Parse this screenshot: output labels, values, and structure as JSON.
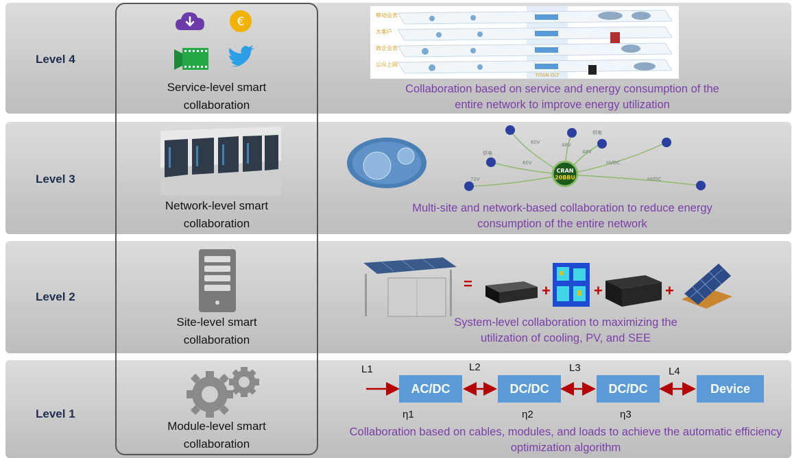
{
  "levels": [
    {
      "label": "Level 4",
      "caption": "Service-level smart collaboration",
      "description": "Collaboration based on service and energy consumption of the entire network to improve energy utilization"
    },
    {
      "label": "Level 3",
      "caption": "Network-level smart collaboration",
      "description": "Multi-site and network-based collaboration to reduce energy consumption of the entire network"
    },
    {
      "label": "Level 2",
      "caption": "Site-level smart collaboration",
      "description": "System-level collaboration to maximizing the utilization of cooling, PV, and SEE"
    },
    {
      "label": "Level 1",
      "caption": "Module-level smart collaboration",
      "description": "Collaboration based on cables, modules, and loads to achieve the automatic efficiency optimization algorithm"
    }
  ],
  "level3_diagram": {
    "hub_line1": "CRAN",
    "hub_line2": "20BBU",
    "labels": [
      "60V",
      "48V",
      "48V",
      "60V",
      "72V",
      "HVDC",
      "HVDC",
      "供电",
      "供电"
    ]
  },
  "level2_equation": {
    "equals": "=",
    "plus": "+"
  },
  "level1_chain": {
    "boxes": [
      "AC/DC",
      "DC/DC",
      "DC/DC",
      "Device"
    ],
    "links": [
      "L1",
      "L2",
      "L3",
      "L4"
    ],
    "efficiencies": [
      "η1",
      "η2",
      "η3"
    ]
  },
  "level4_panel": {
    "side_labels": [
      "移动业务",
      "大客户",
      "政企业务",
      "公众上网"
    ],
    "bottom_label": "TITAN OLT"
  },
  "colors": {
    "accent": "#7a3ea8",
    "box": "#5b9bd5",
    "arrow": "#b40000",
    "level_text": "#1f2d4e"
  },
  "icons": [
    "cloud-download-icon",
    "euro-coin-icon",
    "film-strip-icon",
    "twitter-bird-icon",
    "data-center-icon",
    "server-tower-icon",
    "gears-icon"
  ]
}
